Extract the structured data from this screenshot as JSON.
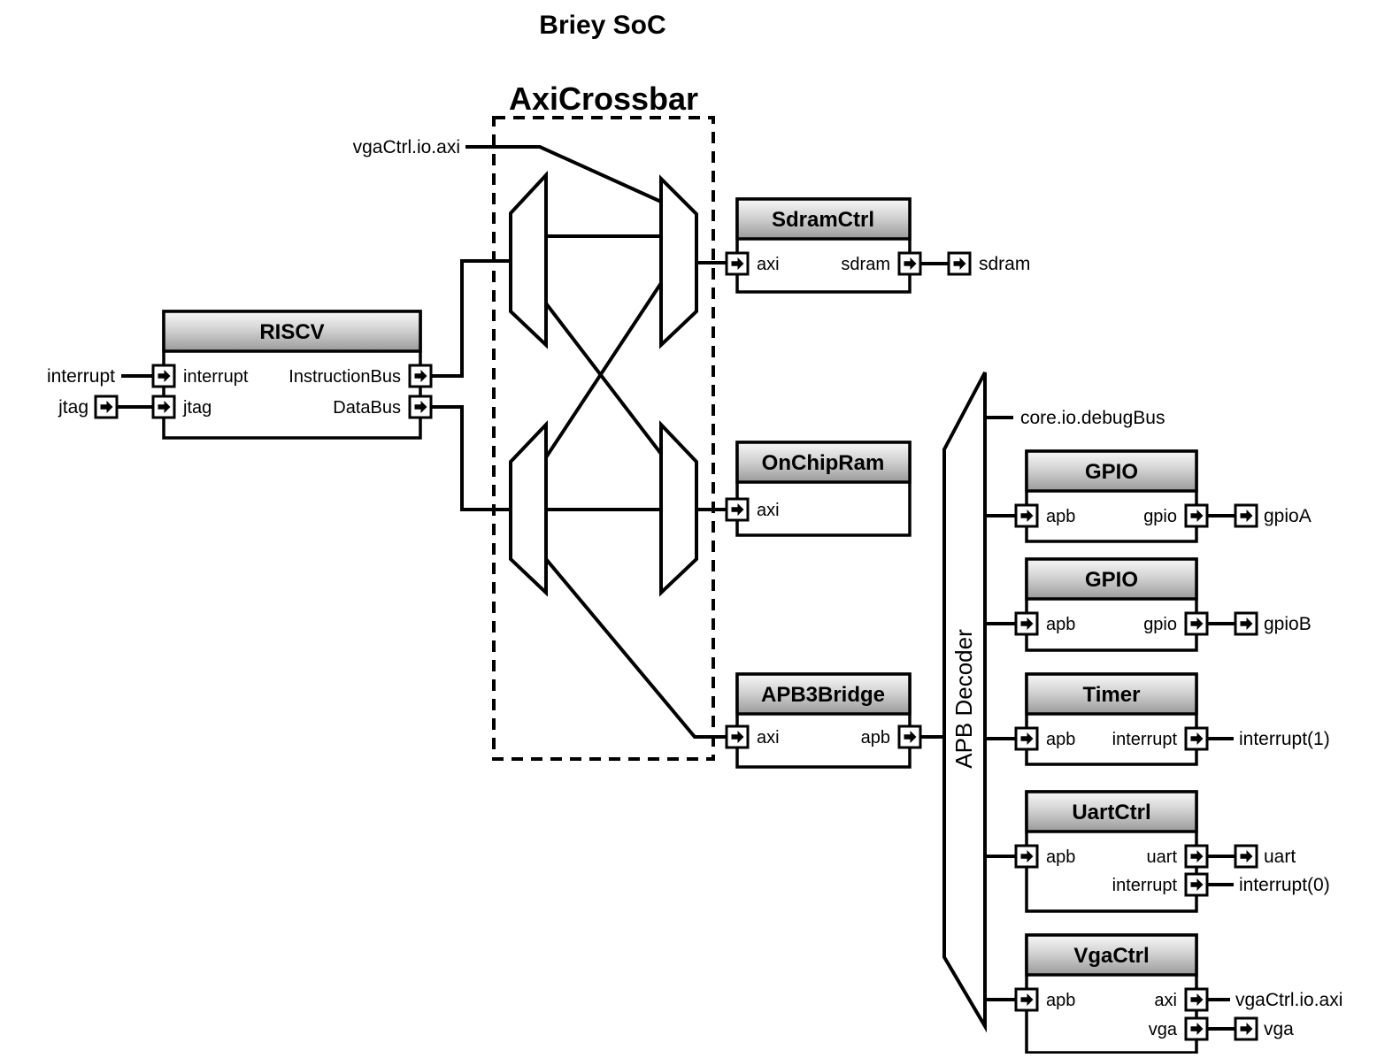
{
  "title": "Briey SoC",
  "crossbar": {
    "label": "AxiCrossbar"
  },
  "decoder": {
    "label": "APB Decoder"
  },
  "external": {
    "vga_axi_top": "vgaCtrl.io.axi",
    "core_debug_bus": "core.io.debugBus",
    "interrupt_in": "interrupt",
    "jtag_in": "jtag",
    "sdram": "sdram",
    "gpioA": "gpioA",
    "gpioB": "gpioB",
    "interrupt1": "interrupt(1)",
    "uart": "uart",
    "interrupt0": "interrupt(0)",
    "vga_axi": "vgaCtrl.io.axi",
    "vga": "vga"
  },
  "blocks": {
    "riscv": {
      "title": "RISCV",
      "ports": {
        "interrupt": "interrupt",
        "jtag": "jtag",
        "instructionBus": "InstructionBus",
        "dataBus": "DataBus"
      }
    },
    "sdramCtrl": {
      "title": "SdramCtrl",
      "ports": {
        "axi": "axi",
        "sdram": "sdram"
      }
    },
    "onChipRam": {
      "title": "OnChipRam",
      "ports": {
        "axi": "axi"
      }
    },
    "apb3Bridge": {
      "title": "APB3Bridge",
      "ports": {
        "axi": "axi",
        "apb": "apb"
      }
    },
    "gpio1": {
      "title": "GPIO",
      "ports": {
        "apb": "apb",
        "gpio": "gpio"
      }
    },
    "gpio2": {
      "title": "GPIO",
      "ports": {
        "apb": "apb",
        "gpio": "gpio"
      }
    },
    "timer": {
      "title": "Timer",
      "ports": {
        "apb": "apb",
        "interrupt": "interrupt"
      }
    },
    "uartCtrl": {
      "title": "UartCtrl",
      "ports": {
        "apb": "apb",
        "uart": "uart",
        "interrupt": "interrupt"
      }
    },
    "vgaCtrl": {
      "title": "VgaCtrl",
      "ports": {
        "apb": "apb",
        "axi": "axi",
        "vga": "vga"
      }
    }
  },
  "colors": {
    "line": "#000000",
    "block_fill": "#ffffff",
    "header_gradient_top": "#f7f7f7",
    "header_gradient_mid": "#d3d3d3",
    "header_gradient_bottom": "#9a9a9a",
    "background": "#ffffff"
  }
}
